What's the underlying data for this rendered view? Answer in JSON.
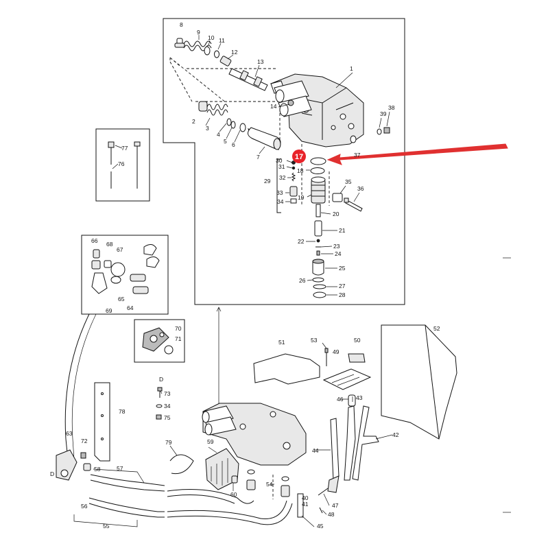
{
  "highlight": {
    "label": "17",
    "color": "#e8232a"
  },
  "arrow_color": "#e03030",
  "callouts": [
    {
      "id": "c1",
      "text": "1"
    },
    {
      "id": "c3",
      "text": "3"
    },
    {
      "id": "c2",
      "text": "2"
    },
    {
      "id": "c4",
      "text": "4"
    },
    {
      "id": "c5",
      "text": "5"
    },
    {
      "id": "c6",
      "text": "6"
    },
    {
      "id": "c7",
      "text": "7"
    },
    {
      "id": "c8",
      "text": "8"
    },
    {
      "id": "c9",
      "text": "9"
    },
    {
      "id": "c10",
      "text": "10"
    },
    {
      "id": "c11",
      "text": "11"
    },
    {
      "id": "c12",
      "text": "12"
    },
    {
      "id": "c13",
      "text": "13"
    },
    {
      "id": "c14",
      "text": "14"
    },
    {
      "id": "c18",
      "text": "18"
    },
    {
      "id": "c19",
      "text": "19"
    },
    {
      "id": "c20",
      "text": "20"
    },
    {
      "id": "c21",
      "text": "21"
    },
    {
      "id": "c22",
      "text": "22"
    },
    {
      "id": "c23",
      "text": "23"
    },
    {
      "id": "c24",
      "text": "24"
    },
    {
      "id": "c25",
      "text": "25"
    },
    {
      "id": "c26",
      "text": "26"
    },
    {
      "id": "c27",
      "text": "27"
    },
    {
      "id": "c28",
      "text": "28"
    },
    {
      "id": "c29",
      "text": "29"
    },
    {
      "id": "c30",
      "text": "30"
    },
    {
      "id": "c31",
      "text": "31"
    },
    {
      "id": "c32",
      "text": "32"
    },
    {
      "id": "c33",
      "text": "33"
    },
    {
      "id": "c34",
      "text": "34"
    },
    {
      "id": "c35",
      "text": "35"
    },
    {
      "id": "c36",
      "text": "36"
    },
    {
      "id": "c37",
      "text": "37"
    },
    {
      "id": "c38",
      "text": "38"
    },
    {
      "id": "c39",
      "text": "39"
    },
    {
      "id": "c40",
      "text": "40"
    },
    {
      "id": "c41",
      "text": "41"
    },
    {
      "id": "c42",
      "text": "42"
    },
    {
      "id": "c43",
      "text": "43"
    },
    {
      "id": "c44",
      "text": "44"
    },
    {
      "id": "c45",
      "text": "45"
    },
    {
      "id": "c46",
      "text": "46"
    },
    {
      "id": "c47",
      "text": "47"
    },
    {
      "id": "c48",
      "text": "48"
    },
    {
      "id": "c49",
      "text": "49"
    },
    {
      "id": "c50",
      "text": "50"
    },
    {
      "id": "c51",
      "text": "51"
    },
    {
      "id": "c52",
      "text": "52"
    },
    {
      "id": "c53",
      "text": "53"
    },
    {
      "id": "c54",
      "text": "54"
    },
    {
      "id": "c55",
      "text": "55"
    },
    {
      "id": "c56",
      "text": "56"
    },
    {
      "id": "c57",
      "text": "57"
    },
    {
      "id": "c58",
      "text": "58"
    },
    {
      "id": "c59",
      "text": "59"
    },
    {
      "id": "c60",
      "text": "60"
    },
    {
      "id": "c63",
      "text": "63"
    },
    {
      "id": "c64",
      "text": "64"
    },
    {
      "id": "c65",
      "text": "65"
    },
    {
      "id": "c66",
      "text": "66"
    },
    {
      "id": "c67",
      "text": "67"
    },
    {
      "id": "c68",
      "text": "68"
    },
    {
      "id": "c69",
      "text": "69"
    },
    {
      "id": "c70",
      "text": "70"
    },
    {
      "id": "c71",
      "text": "71"
    },
    {
      "id": "c72",
      "text": "72"
    },
    {
      "id": "c73",
      "text": "73"
    },
    {
      "id": "c34b",
      "text": "34"
    },
    {
      "id": "c75",
      "text": "75"
    },
    {
      "id": "c76",
      "text": "76"
    },
    {
      "id": "c77",
      "text": "77"
    },
    {
      "id": "c78",
      "text": "78"
    },
    {
      "id": "c79",
      "text": "79"
    },
    {
      "id": "cD1",
      "text": "D"
    },
    {
      "id": "cD2",
      "text": "D"
    }
  ]
}
